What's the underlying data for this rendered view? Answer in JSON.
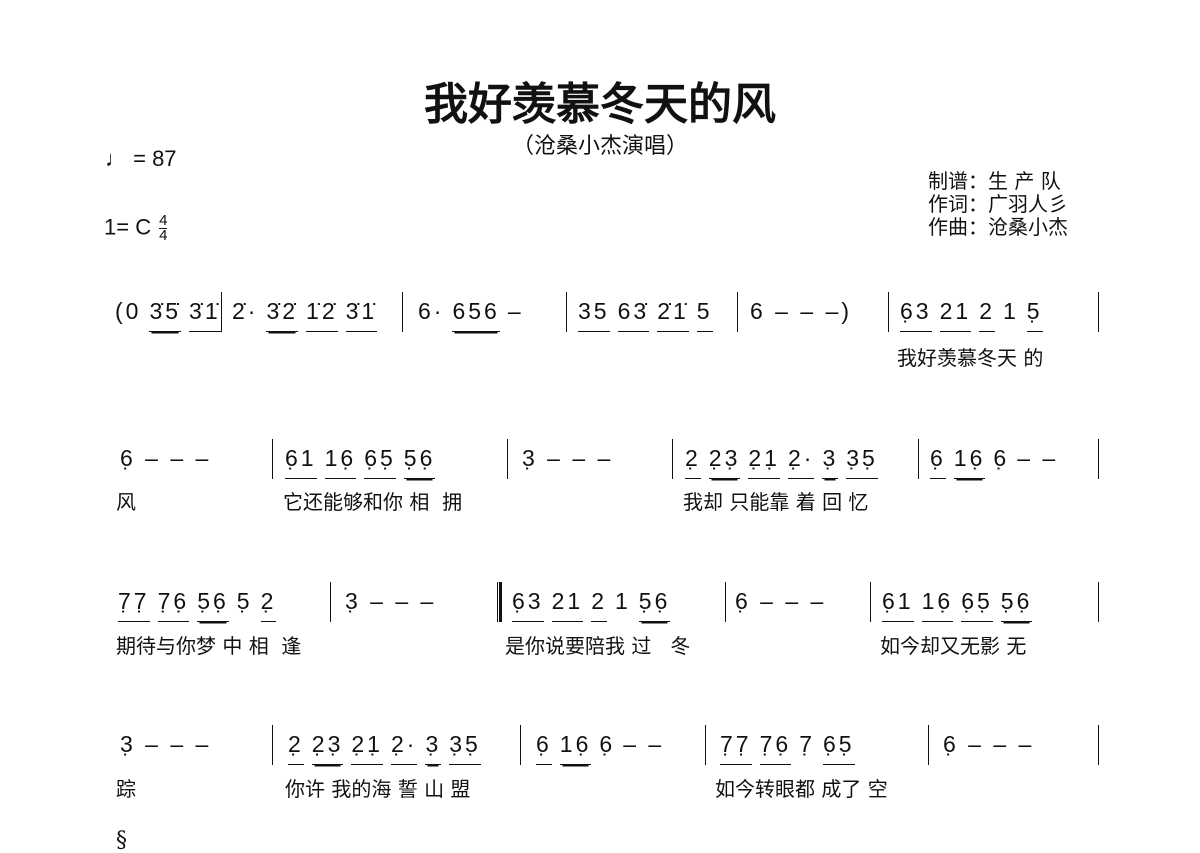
{
  "header": {
    "title": "我好羡慕冬天的风",
    "subtitle": "（沧桑小杰演唱）",
    "tempo": "♩ = 87",
    "key": "1= C",
    "time_num": "4",
    "time_den": "4",
    "credits": [
      "制谱：生 产 队",
      "作词：广羽人彡",
      "作曲：沧桑小杰"
    ]
  },
  "rows": [
    {
      "measures": [
        {
          "groups": [
            [
              "(0",
              0
            ],
            [
              "3̇5̇",
              2
            ],
            [
              "3̇1̇",
              1
            ]
          ]
        },
        {
          "groups": [
            [
              "2̇·",
              0
            ],
            [
              "3̇2̇",
              2
            ],
            [
              "1̇2̇",
              1
            ],
            [
              "3̇1̇",
              1
            ]
          ]
        },
        {
          "groups": [
            [
              "6·",
              0
            ],
            [
              "656",
              2
            ],
            [
              "–",
              0
            ]
          ]
        },
        {
          "groups": [
            [
              "35",
              1
            ],
            [
              "63̇",
              1
            ],
            [
              "2̇1̇",
              1
            ],
            [
              "5",
              1
            ]
          ]
        },
        {
          "groups": [
            [
              "6 – – –)",
              0
            ]
          ]
        },
        {
          "groups": [
            [
              "6̣3",
              1
            ],
            [
              "21",
              1
            ],
            [
              "2",
              1
            ],
            [
              "1",
              0
            ],
            [
              "5̣",
              1
            ]
          ]
        }
      ],
      "lyrics": [
        "我好羡慕冬天 的"
      ]
    },
    {
      "measures": [
        {
          "groups": [
            [
              "6̣ – – –",
              0
            ]
          ]
        },
        {
          "groups": [
            [
              "6̣1",
              1
            ],
            [
              "16̣",
              1
            ],
            [
              "6̣5̣",
              1
            ],
            [
              "5̣6̣",
              2
            ]
          ]
        },
        {
          "groups": [
            [
              "3̣ – – –",
              0
            ]
          ]
        },
        {
          "groups": [
            [
              "2̣",
              1
            ],
            [
              "2̣3̣",
              2
            ],
            [
              "2̣1̣",
              1
            ],
            [
              "2̣·",
              1
            ],
            [
              "3̣",
              2
            ],
            [
              "3̣5̣",
              1
            ]
          ]
        },
        {
          "groups": [
            [
              "6̣",
              1
            ],
            [
              "16̣",
              2
            ],
            [
              "6̣",
              0
            ],
            [
              "– –",
              0
            ]
          ]
        }
      ],
      "lyrics": [
        "风",
        "它还能够和你 相  拥",
        "我却 只能靠 着 回 忆"
      ]
    },
    {
      "measures": [
        {
          "groups": [
            [
              "7̣7̣",
              1
            ],
            [
              "7̣6̣",
              1
            ],
            [
              "5̣6̣",
              2
            ],
            [
              "5̣",
              0
            ],
            [
              "2̣",
              1
            ]
          ]
        },
        {
          "groups": [
            [
              "3̣ – – –",
              0
            ]
          ]
        },
        {
          "groups": [
            [
              "6̣3",
              1
            ],
            [
              "21",
              1
            ],
            [
              "2",
              1
            ],
            [
              "1",
              0
            ],
            [
              "5̣6̣",
              2
            ]
          ]
        },
        {
          "groups": [
            [
              "6̣ – – –",
              0
            ]
          ]
        },
        {
          "groups": [
            [
              "6̣1",
              1
            ],
            [
              "16̣",
              1
            ],
            [
              "6̣5̣",
              1
            ],
            [
              "5̣6̣",
              2
            ]
          ]
        }
      ],
      "lyrics": [
        "期待与你梦 中 相  逢",
        "是你说要陪我 过   冬",
        "如今却又无影 无"
      ]
    },
    {
      "measures": [
        {
          "groups": [
            [
              "3̣ – – –",
              0
            ]
          ]
        },
        {
          "groups": [
            [
              "2̣",
              1
            ],
            [
              "2̣3̣",
              2
            ],
            [
              "2̣1̣",
              1
            ],
            [
              "2̣·",
              1
            ],
            [
              "3̣",
              2
            ],
            [
              "3̣5̣",
              1
            ]
          ]
        },
        {
          "groups": [
            [
              "6̣",
              1
            ],
            [
              "16̣",
              2
            ],
            [
              "6̣",
              0
            ],
            [
              "– –",
              0
            ]
          ]
        },
        {
          "groups": [
            [
              "7̣7̣",
              1
            ],
            [
              "7̣6̣",
              1
            ],
            [
              "7̣",
              0
            ],
            [
              "6̣5̣",
              1
            ]
          ]
        },
        {
          "groups": [
            [
              "6̣ – – –",
              0
            ]
          ]
        }
      ],
      "lyrics": [
        "踪",
        "你许 我的海 誓 山 盟",
        "如今转眼都 成了 空"
      ]
    }
  ],
  "segno": "§"
}
